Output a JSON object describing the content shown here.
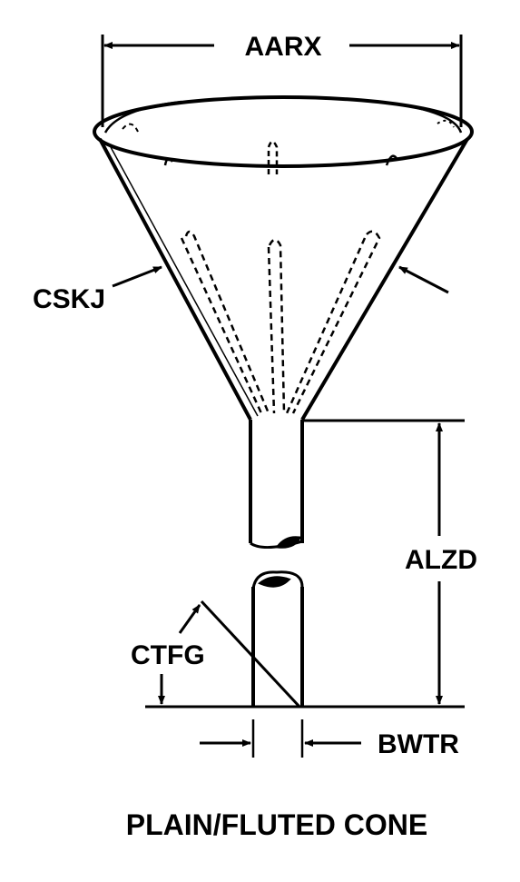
{
  "labels": {
    "top_width": "AARX",
    "wall": "CSKJ",
    "stem_length": "ALZD",
    "stem_end": "CTFG",
    "stem_diameter": "BWTR"
  },
  "caption": "PLAIN/FLUTED CONE",
  "colors": {
    "ink": "#000000",
    "paper": "#ffffff"
  }
}
